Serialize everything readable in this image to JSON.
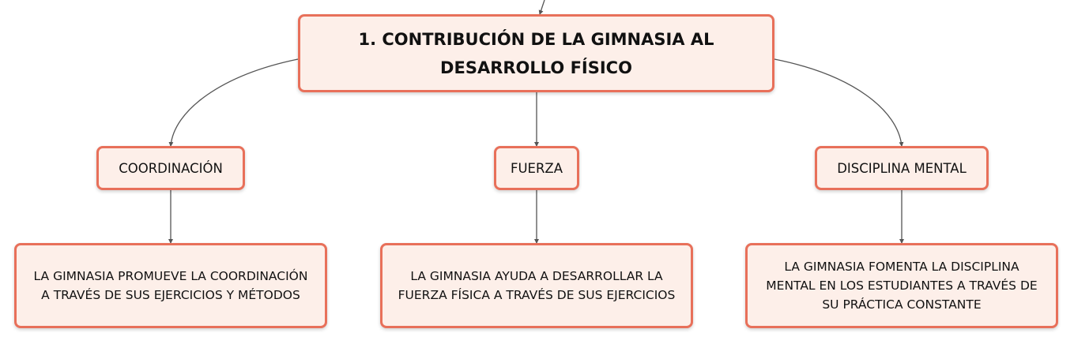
{
  "diagram": {
    "root": {
      "label": "1. CONTRIBUCIÓN DE LA GIMNASIA AL\nDESARROLLO FÍSICO"
    },
    "branches": [
      {
        "label": "COORDINACIÓN",
        "detail": "LA GIMNASIA PROMUEVE LA COORDINACIÓN\nA TRAVÉS DE SUS EJERCICIOS Y MÉTODOS"
      },
      {
        "label": "FUERZA",
        "detail": "LA GIMNASIA AYUDA A DESARROLLAR LA\nFUERZA FÍSICA A TRAVÉS DE SUS EJERCICIOS"
      },
      {
        "label": "DISCIPLINA MENTAL",
        "detail": "LA GIMNASIA FOMENTA LA DISCIPLINA\nMENTAL EN LOS ESTUDIANTES A TRAVÉS DE\nSU PRÁCTICA CONSTANTE"
      }
    ]
  },
  "colors": {
    "node_fill": "#fdefe9",
    "node_border": "#e8705a",
    "connector": "#555555",
    "text": "#111111"
  }
}
